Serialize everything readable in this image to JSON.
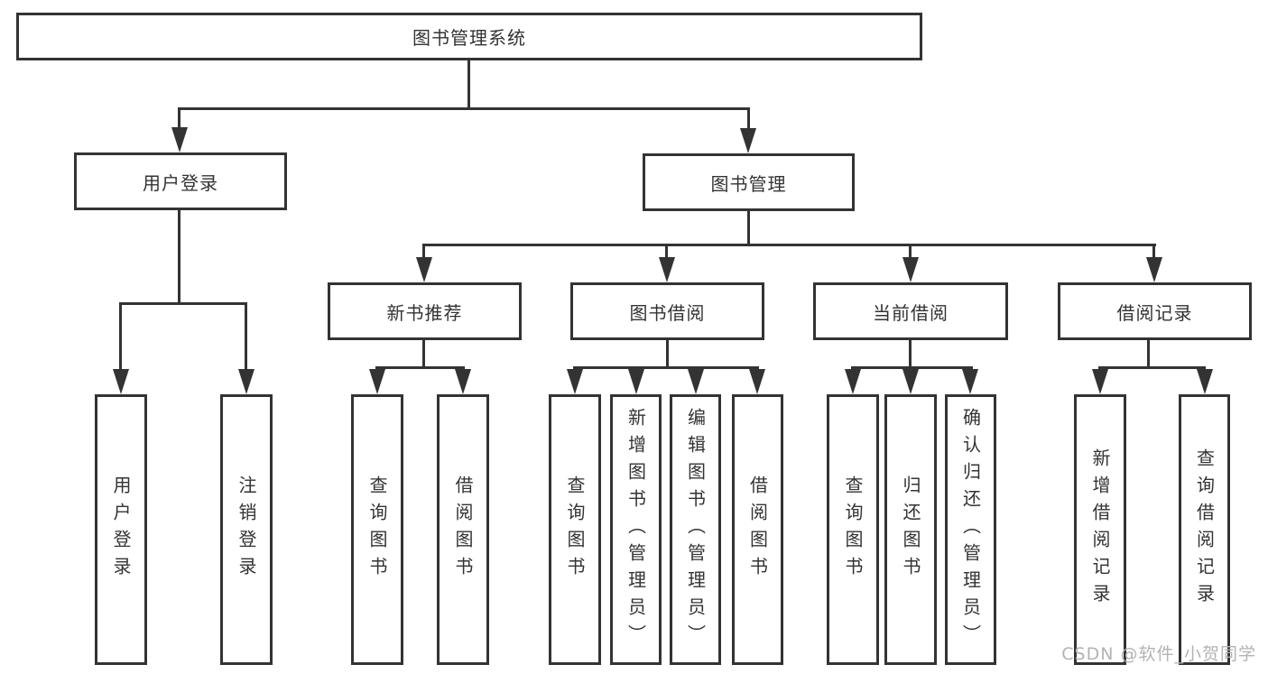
{
  "diagram": {
    "root": "图书管理系统",
    "level2": {
      "user_login": "用户登录",
      "book_management": "图书管理"
    },
    "level3": {
      "new_book_recommend": "新书推荐",
      "book_borrow": "图书借阅",
      "current_borrow": "当前借阅",
      "borrow_records": "借阅记录"
    },
    "leaves": {
      "user_login": "用户登录",
      "logout": "注销登录",
      "recommend_query_books": "查询图书",
      "recommend_borrow_books": "借阅图书",
      "borrow_query_books": "查询图书",
      "borrow_add_books": "新增图书（管理员）",
      "borrow_edit_books": "编辑图书（管理员）",
      "borrow_borrow_books": "借阅图书",
      "current_query_books": "查询图书",
      "current_return_books": "归还图书",
      "current_confirm_return": "确认归还（管理员）",
      "records_add_record": "新增借阅记录",
      "records_query_record": "查询借阅记录"
    },
    "watermark": "CSDN @软件_小贺同学",
    "colors": {
      "line": "#333333",
      "text": "#333333",
      "watermark": "#b3b3b3",
      "background": "#ffffff"
    }
  }
}
